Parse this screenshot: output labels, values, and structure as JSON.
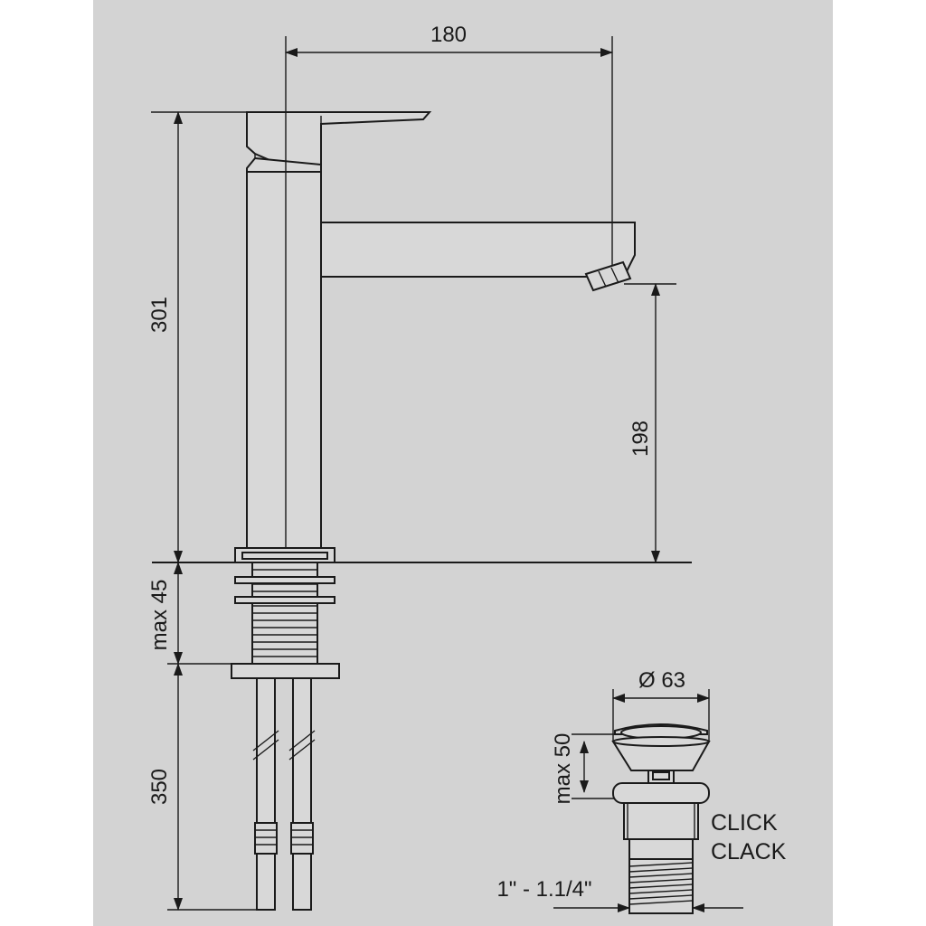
{
  "dimensions": {
    "spout_reach": "180",
    "total_height": "301",
    "spout_height": "198",
    "max_deck_thickness": "max 45",
    "hose_length": "350",
    "waste_diameter": "Ø 63",
    "waste_max": "max 50",
    "waste_thread": "1\" - 1.1/4\""
  },
  "labels": {
    "click_line1": "CLICK",
    "click_line2": "CLACK"
  },
  "colors": {
    "background": "#d3d3d3",
    "line": "#1a1a1a"
  }
}
